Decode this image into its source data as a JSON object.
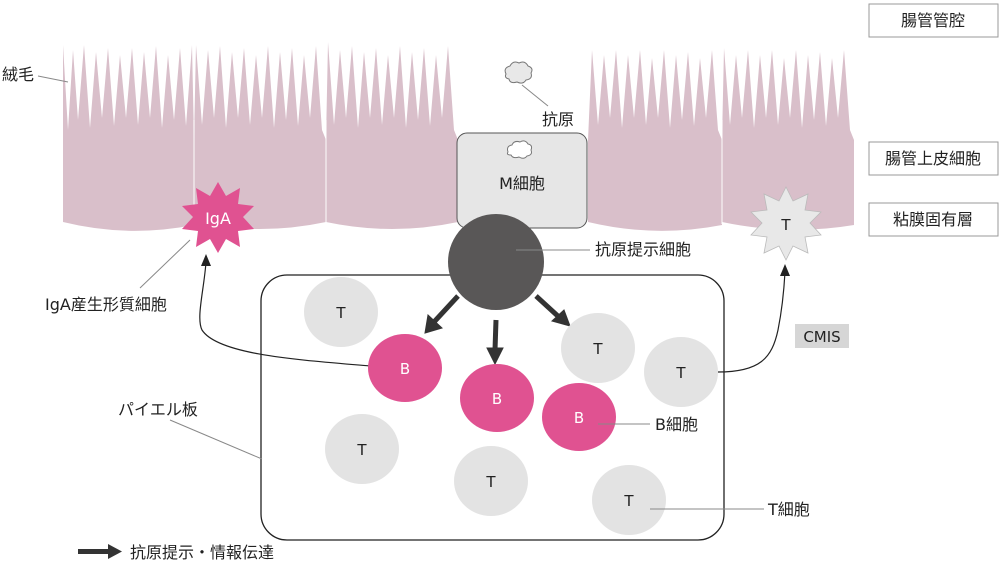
{
  "labels": {
    "lumen": "腸管管腔",
    "epithelium": "腸管上皮細胞",
    "lamina_propria": "粘膜固有層",
    "villi": "絨毛",
    "antigen": "抗原",
    "m_cell": "M細胞",
    "apc": "抗原提示細胞",
    "iga_plasma": "IgA産生形質細胞",
    "iga": "IgA",
    "cmis": "CMIS",
    "peyer": "パイエル板",
    "b_cell": "B細胞",
    "t_cell": "T細胞",
    "legend": "抗原提示・情報伝達"
  },
  "cells": {
    "t": "T",
    "b": "B"
  },
  "colors": {
    "villi_fill": "#d9bfca",
    "iga_pink": "#e05291",
    "b_pink": "#e05291",
    "t_gray": "#e3e3e3",
    "apc_dark": "#595757",
    "m_cell_fill": "#e6e6e6",
    "cmis_bg": "#d6d6d6",
    "arrow": "#333333"
  }
}
